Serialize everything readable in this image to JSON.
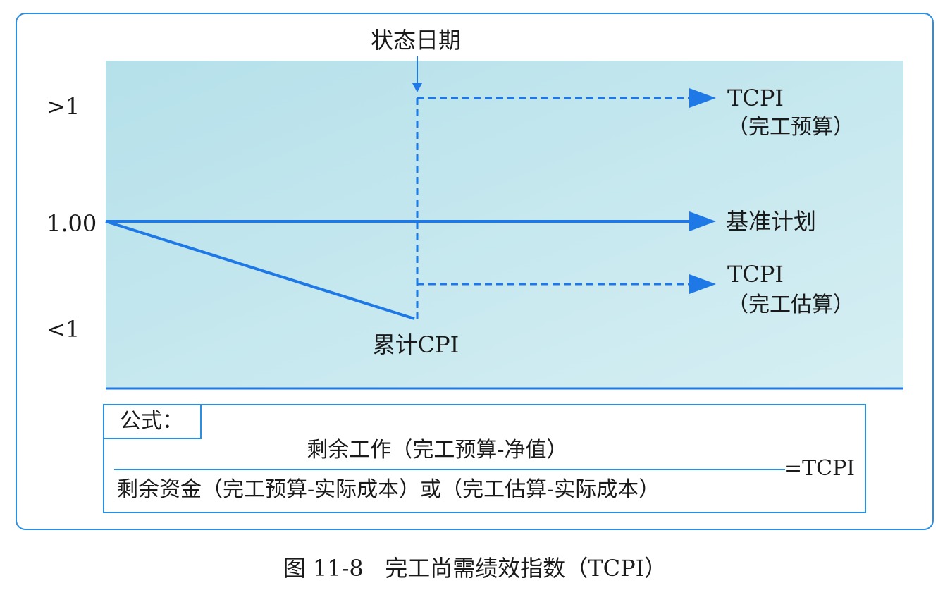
{
  "diagram": {
    "y_labels": {
      "above_one": ">1",
      "one": "1.00",
      "below_one": "<1"
    },
    "status_date_label": "状态日期",
    "tcpi_budget": {
      "line1": "TCPI",
      "line2": "（完工预算）"
    },
    "baseline_label": "基准计划",
    "tcpi_estimate": {
      "line1": "TCPI",
      "line2": "（完工估算）"
    },
    "cumulative_cpi_label": "累计CPI"
  },
  "formula": {
    "tab_label": "公式：",
    "numerator": "剩余工作（完工预算-净值）",
    "denominator": "剩余资金（完工预算-实际成本）或（完工估算-实际成本）",
    "result": "=TCPI"
  },
  "caption": "图 11-8   完工尚需绩效指数（TCPI）",
  "colors": {
    "accent_blue": "#1e78e6",
    "frame_blue": "#2a8fe0",
    "plot_fill": "#c8e9ef"
  }
}
